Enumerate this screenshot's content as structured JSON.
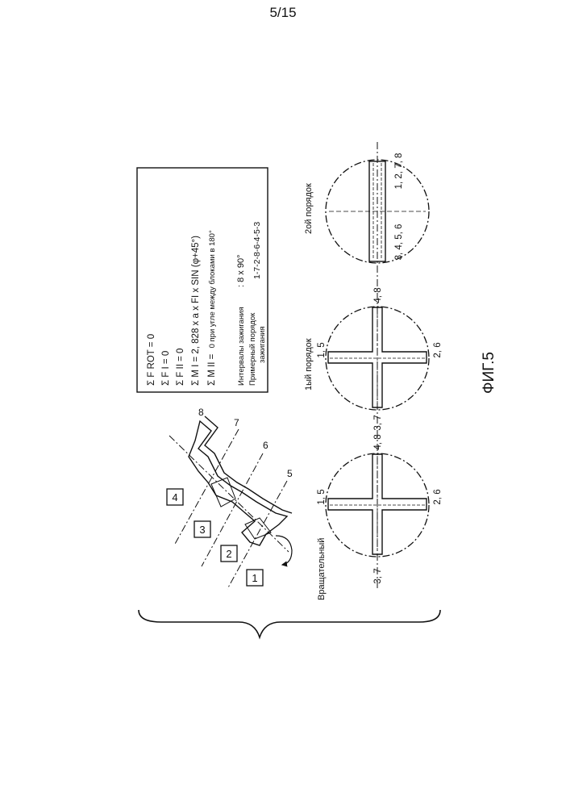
{
  "page_number": "5/15",
  "figure_label": "ФИГ.5",
  "formula_box": {
    "sum_f_rot": "Σ F ROT = 0",
    "sum_f_i": "Σ F I = 0",
    "sum_f_ii": "Σ F II = 0",
    "sum_m_i": "Σ M I = 2, 828 x a x FI x SIN (φ+45°)",
    "sum_m_ii_lead": "Σ M II =",
    "sum_m_ii_note": "0 при угле между блоками в 180°",
    "firing_intervals_label": "Интервалы зажигания",
    "firing_intervals_value": ": 8 x 90°",
    "firing_order_label_line1": "Примерный порядок",
    "firing_order_label_line2": "зажигания",
    "firing_order_value": "1-7-2-8-6-4-5-3"
  },
  "crankshaft": {
    "caption": "Вращательный",
    "block_labels": [
      "1",
      "2",
      "3",
      "4"
    ],
    "cylinder_labels": [
      "5",
      "6",
      "7",
      "8"
    ]
  },
  "balance_diagrams": [
    {
      "caption": "",
      "top_label": "1, 5",
      "bottom_label": "2, 6",
      "left_label": "3, 7",
      "right_label": "4, 8"
    },
    {
      "caption": "1ый порядок",
      "top_label": "1, 5",
      "bottom_label": "2, 6",
      "left_label": "3, 7",
      "right_label": "4, 8"
    },
    {
      "caption": "2ой порядок",
      "top_label": "3, 4, 5, 6",
      "bottom_label": "1, 2, 7, 8"
    }
  ],
  "colors": {
    "ink": "#111111",
    "background": "#ffffff"
  }
}
